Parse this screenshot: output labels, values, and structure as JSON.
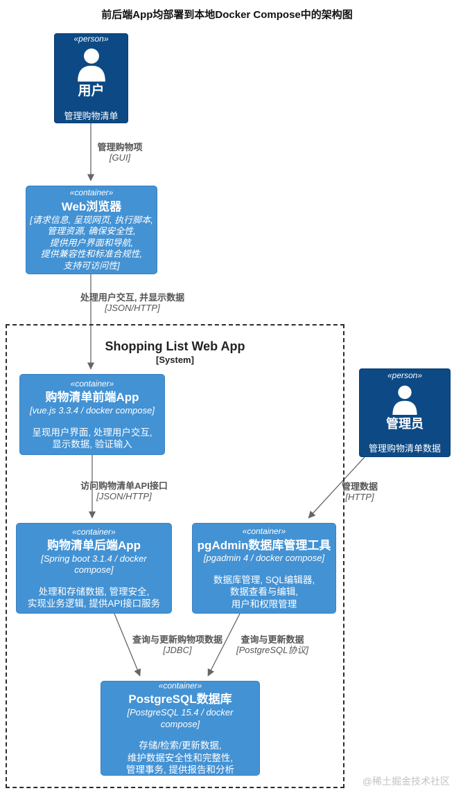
{
  "title": "前后端App均部署到本地Docker Compose中的架构图",
  "colors": {
    "person_fill": "#0d4a85",
    "person_border": "#073b6f",
    "container_fill": "#4392d4",
    "container_border": "#3a7fc1",
    "arrow": "#666666",
    "edge_label": "#555555",
    "watermark": "#c3c3c3"
  },
  "boundary": {
    "name": "Shopping List Web App",
    "type": "[System]"
  },
  "nodes": {
    "user": {
      "stereotype": "«person»",
      "name": "用户",
      "description": "管理购物清单"
    },
    "browser": {
      "stereotype": "«container»",
      "name": "Web浏览器",
      "tech": "[请求信息, 呈现网页, 执行脚本,\n管理资源, 确保安全性,\n提供用户界面和导航,\n提供兼容性和标准合规性,\n支持可访问性]"
    },
    "frontend": {
      "stereotype": "«container»",
      "name": "购物清单前端App",
      "tech": "[vue.js 3.3.4 / docker compose]",
      "description": "呈现用户界面, 处理用户交互,\n显示数据, 验证输入"
    },
    "admin": {
      "stereotype": "«person»",
      "name": "管理员",
      "description": "管理购物清单数据"
    },
    "backend": {
      "stereotype": "«container»",
      "name": "购物清单后端App",
      "tech": "[Spring boot 3.1.4 / docker\ncompose]",
      "description": "处理和存储数据, 管理安全,\n实现业务逻辑, 提供API接口服务"
    },
    "pgadmin": {
      "stereotype": "«container»",
      "name": "pgAdmin数据库管理工具",
      "tech": "[pgadmin 4 / docker compose]",
      "description": "数据库管理, SQL编辑器,\n数据查看与编辑,\n用户和权限管理"
    },
    "postgres": {
      "stereotype": "«container»",
      "name": "PostgreSQL数据库",
      "tech": "[PostgreSQL 15.4 / docker\ncompose]",
      "description": "存储/检索/更新数据,\n维护数据安全性和完整性,\n管理事务, 提供报告和分析"
    }
  },
  "edges": [
    {
      "label": "管理购物项",
      "tech": "[GUI]"
    },
    {
      "label": "处理用户交互, 并显示数据",
      "tech": "[JSON/HTTP]"
    },
    {
      "label": "访问购物清单API接口",
      "tech": "[JSON/HTTP]"
    },
    {
      "label": "管理数据",
      "tech": "[HTTP]"
    },
    {
      "label": "查询与更新购物项数据",
      "tech": "[JDBC]"
    },
    {
      "label": "查询与更新数据",
      "tech": "[PostgreSQL协议]"
    }
  ],
  "watermark": "@稀土掘金技术社区"
}
